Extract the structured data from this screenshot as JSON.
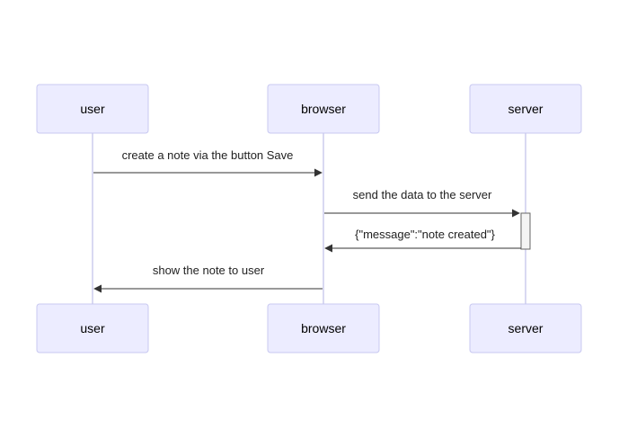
{
  "diagram": {
    "type": "sequence",
    "participants": [
      {
        "id": "user",
        "label": "user"
      },
      {
        "id": "browser",
        "label": "browser"
      },
      {
        "id": "server",
        "label": "server"
      }
    ],
    "messages": [
      {
        "from": "user",
        "to": "browser",
        "label": "create a note via the button Save",
        "style": "solid"
      },
      {
        "from": "browser",
        "to": "server",
        "label": "send the data to the server",
        "style": "solid"
      },
      {
        "from": "server",
        "to": "browser",
        "label": "{\"message\":\"note created\"}",
        "style": "solid"
      },
      {
        "from": "browser",
        "to": "user",
        "label": "show the note to user",
        "style": "solid"
      }
    ],
    "activations": [
      {
        "participant": "server",
        "from_message": 1,
        "to_message": 2
      }
    ],
    "colors": {
      "actor_fill": "#ECECFF",
      "actor_stroke": "#C8C8F0",
      "lifeline": "#D9D9F2",
      "message_line": "#333333",
      "activation_fill": "#F4F4F4"
    }
  }
}
